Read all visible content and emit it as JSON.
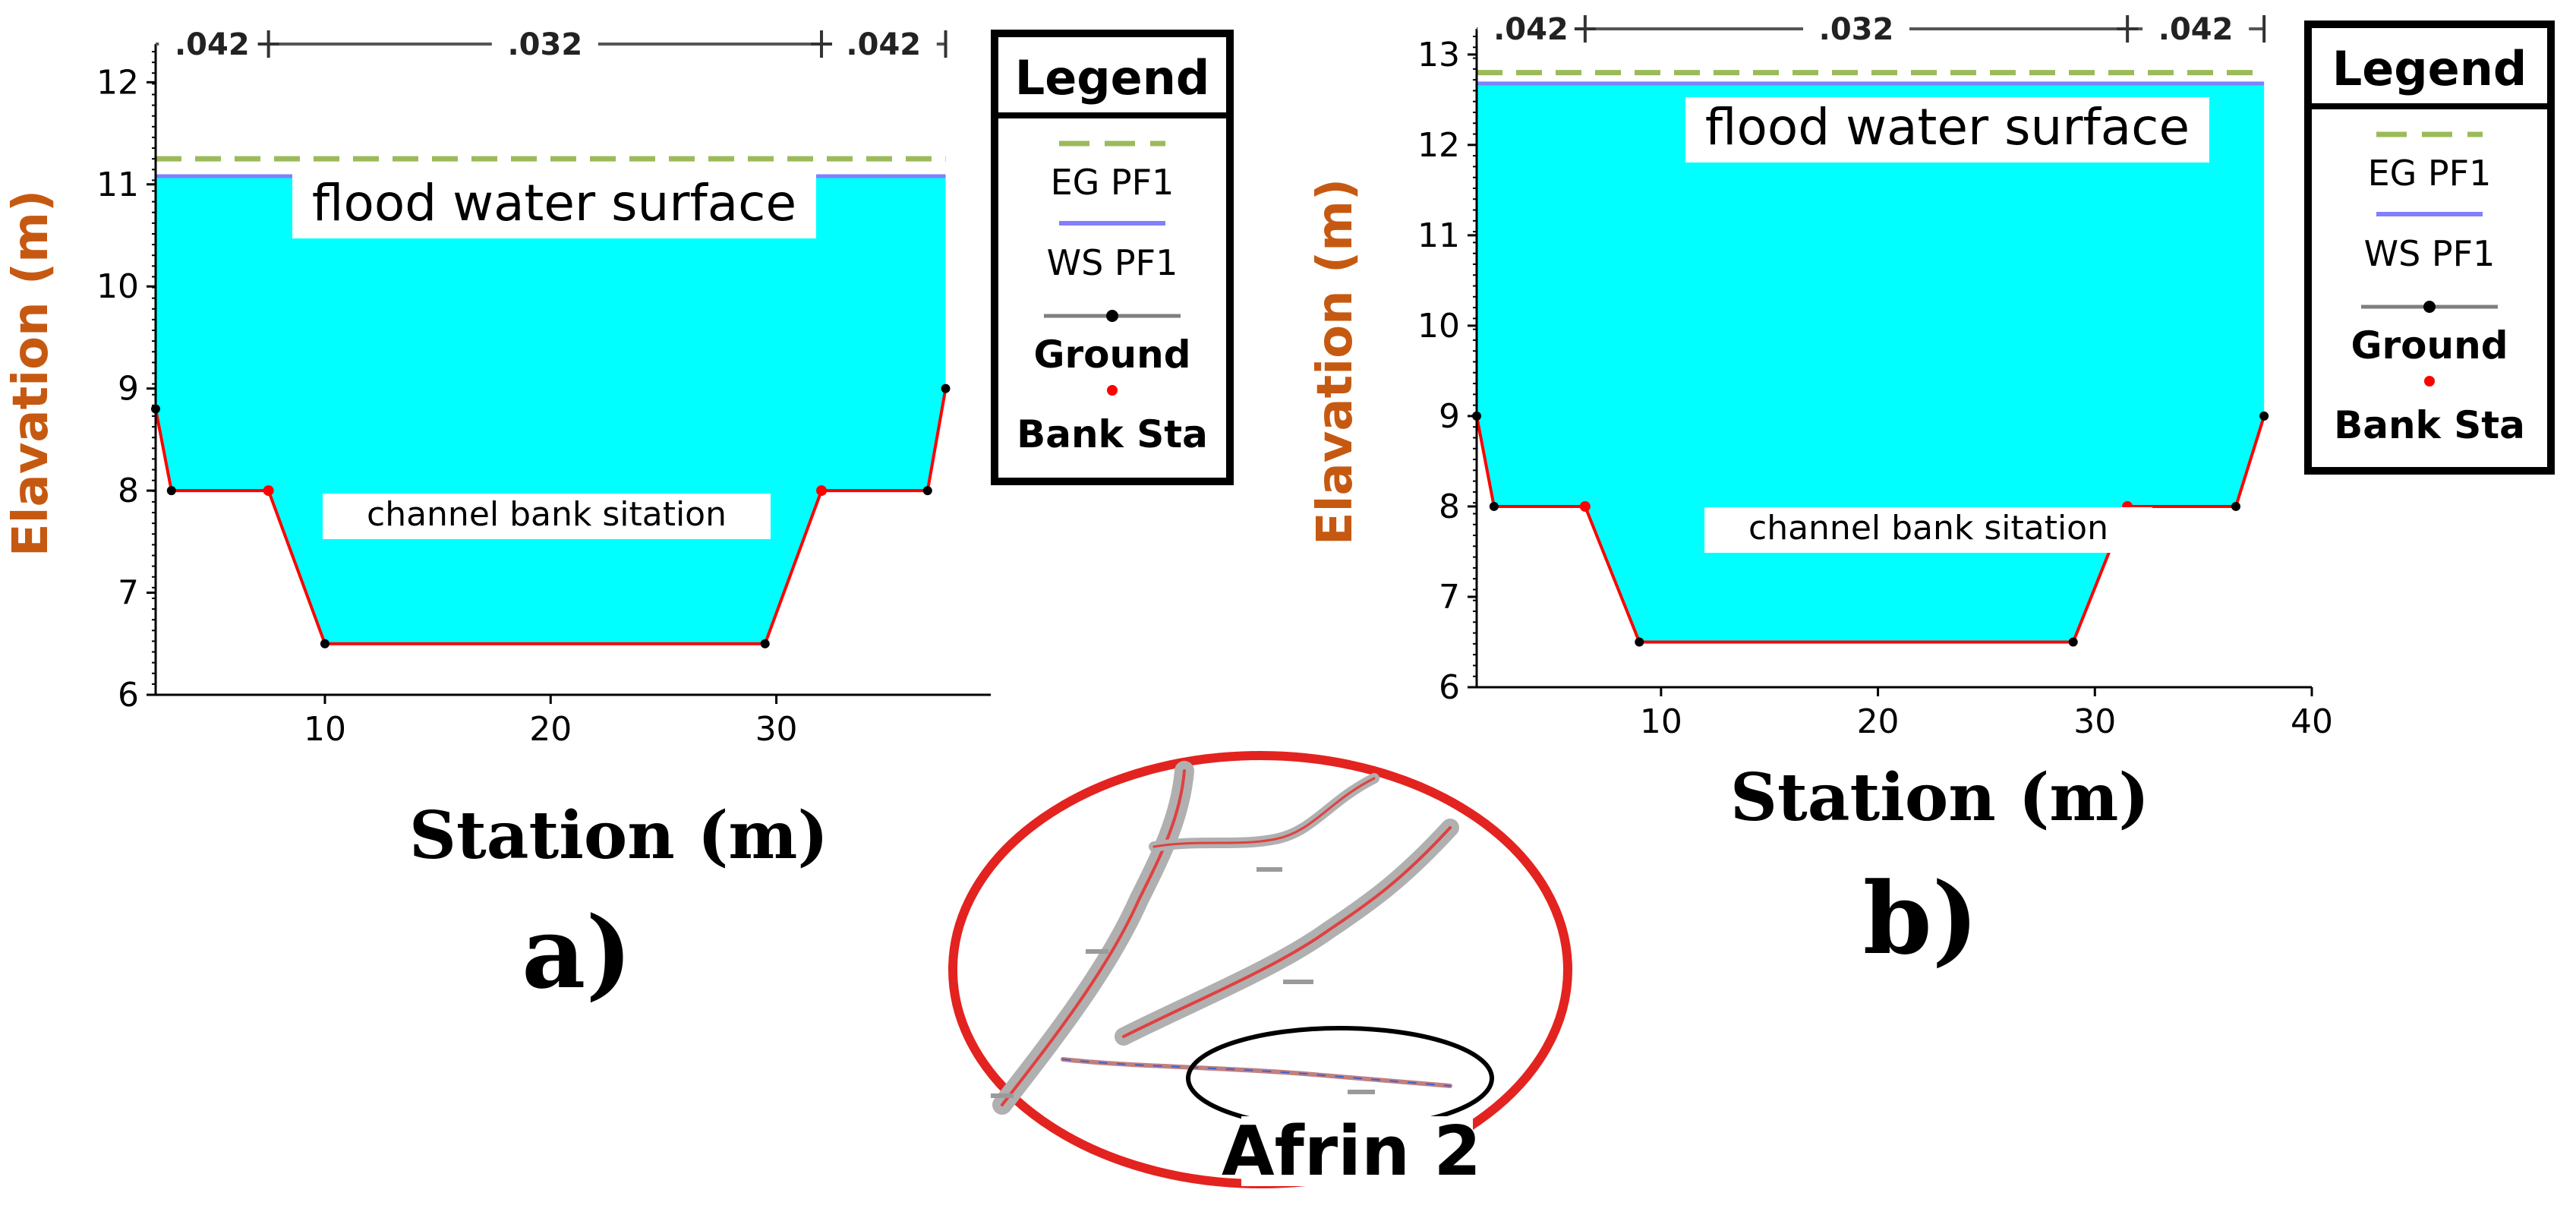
{
  "colors": {
    "water": "#00ffff",
    "ground": "#7f7f7f",
    "bank": "#ff0000",
    "ws": "#8080ff",
    "eg": "#9bbb59",
    "axis_label": "#c65911"
  },
  "chart_data": [
    {
      "panel_label": "a)",
      "type": "area",
      "title": "",
      "xlabel": "Station (m)",
      "ylabel": "Elavation (m)",
      "xlim": [
        2.5,
        39.5
      ],
      "ylim": [
        6,
        12.3
      ],
      "xticks": [
        10,
        20,
        30
      ],
      "yticks": [
        6,
        7,
        8,
        9,
        10,
        11,
        12
      ],
      "grid": false,
      "legend": {
        "title": "Legend",
        "placement": "right",
        "entries": [
          "EG PF1",
          "WS PF1",
          "Ground",
          "Bank Sta"
        ]
      },
      "ground": {
        "x": [
          2.5,
          3.2,
          7.5,
          10,
          29.5,
          32,
          36.7,
          37.5
        ],
        "y": [
          8.8,
          8.0,
          8.0,
          6.5,
          6.5,
          8.0,
          8.0,
          9.0
        ]
      },
      "bank_stations": [
        7.5,
        32
      ],
      "water_surface": {
        "name": "WS PF1",
        "y": 11.08
      },
      "energy_grade": {
        "name": "EG PF1",
        "y": 11.25
      },
      "mannings_n": [
        {
          "label": ".042",
          "from": 2.5,
          "to": 7.5
        },
        {
          "label": ".032",
          "from": 7.5,
          "to": 32
        },
        {
          "label": ".042",
          "from": 32,
          "to": 37.5
        }
      ],
      "annotations": [
        "flood water surface",
        "channel bank sitation"
      ]
    },
    {
      "panel_label": "b)",
      "type": "area",
      "title": "",
      "xlabel": "Station (m)",
      "ylabel": "Elavation (m)",
      "xlim": [
        1.5,
        40
      ],
      "ylim": [
        6,
        13.2
      ],
      "xticks": [
        10,
        20,
        30,
        40
      ],
      "yticks": [
        6,
        7,
        8,
        9,
        10,
        11,
        12,
        13
      ],
      "grid": false,
      "legend": {
        "title": "Legend",
        "placement": "right",
        "entries": [
          "EG PF1",
          "WS PF1",
          "Ground",
          "Bank Sta"
        ]
      },
      "ground": {
        "x": [
          1.5,
          2.3,
          6.5,
          9,
          29,
          31.5,
          36.5,
          37.8
        ],
        "y": [
          9.0,
          8.0,
          8.0,
          6.5,
          6.5,
          8.0,
          8.0,
          9.0
        ]
      },
      "bank_stations": [
        6.5,
        31.5
      ],
      "water_surface": {
        "name": "WS PF1",
        "y": 12.68
      },
      "energy_grade": {
        "name": "EG PF1",
        "y": 12.8
      },
      "mannings_n": [
        {
          "label": ".042",
          "from": 1.5,
          "to": 6.5
        },
        {
          "label": ".032",
          "from": 6.5,
          "to": 31.5
        },
        {
          "label": ".042",
          "from": 31.5,
          "to": 37.8
        }
      ],
      "annotations": [
        "flood water surface",
        "channel bank sitation"
      ]
    }
  ],
  "inset": {
    "caption": "Afrin 2"
  }
}
